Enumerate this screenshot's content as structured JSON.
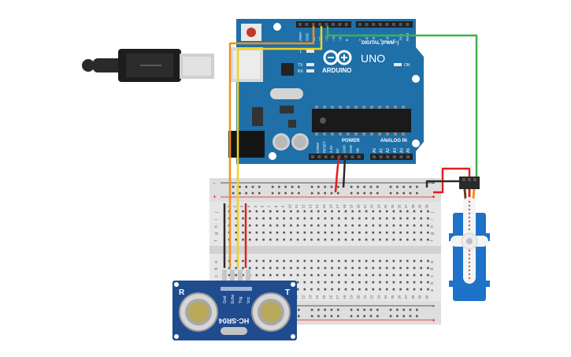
{
  "arduino": {
    "brand": "ARDUINO",
    "model": "UNO",
    "digital_header_label": "DIGITAL (PWM~)",
    "power_label": "POWER",
    "analog_label": "ANALOG IN",
    "on_label": "ON",
    "l_label": "L",
    "tx_label": "TX",
    "rx_label": "RX",
    "digital_pins": [
      "AREF",
      "GND",
      "13",
      "12",
      "~11",
      "~10",
      "~9",
      "8",
      "7",
      "~6",
      "~5",
      "4",
      "~3",
      "2",
      "TX 1",
      "RX 0"
    ],
    "power_pins": [
      "IOREF",
      "RESET",
      "3.3V",
      "5V",
      "GND",
      "GND",
      "Vin"
    ],
    "analog_pins": [
      "A0",
      "A1",
      "A2",
      "A3",
      "A4",
      "A5"
    ]
  },
  "breadboard": {
    "row_letters_top": [
      "j",
      "i",
      "h",
      "g",
      "f"
    ],
    "row_letters_bottom": [
      "e",
      "d",
      "c",
      "b",
      "a"
    ],
    "column_numbers": [
      "1",
      "2",
      "3",
      "4",
      "5",
      "6",
      "7",
      "8",
      "9",
      "10",
      "11",
      "12",
      "13",
      "14",
      "15",
      "16",
      "17",
      "18",
      "19",
      "20",
      "21",
      "22",
      "23",
      "24",
      "25",
      "26",
      "27",
      "28",
      "29",
      "30"
    ],
    "plus_label": "+",
    "minus_label": "-"
  },
  "sensor": {
    "model": "HC-SR04",
    "left_mark": "R",
    "right_mark": "T",
    "pins": [
      "Vcc",
      "Trig",
      "Echo",
      "Gnd"
    ]
  },
  "colors": {
    "board_blue": "#1f6fa8",
    "wire_red": "#e02020",
    "wire_black": "#2b2b2b",
    "wire_orange": "#f0901a",
    "wire_yellow": "#f2d21c",
    "wire_green": "#3fb24a",
    "servo_blue": "#1e73c9"
  }
}
